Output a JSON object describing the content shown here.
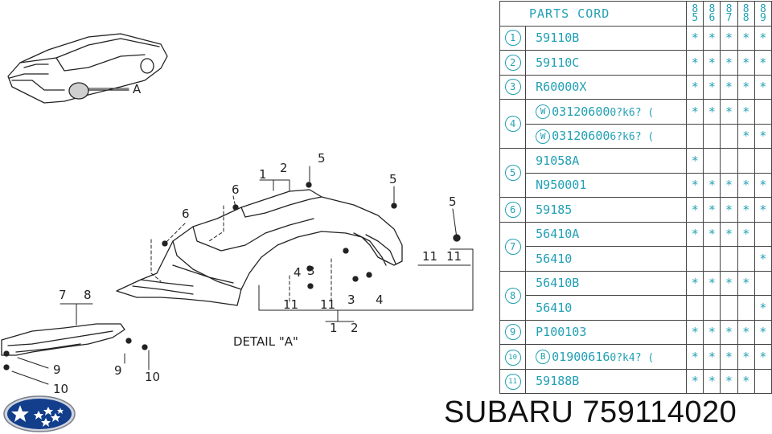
{
  "diagram": {
    "callouts": [
      "A",
      "1",
      "2",
      "5",
      "6",
      "6",
      "5",
      "5",
      "4",
      "3",
      "11",
      "11",
      "3",
      "4",
      "11",
      "11",
      "2",
      "1",
      "7",
      "8",
      "9",
      "10",
      "9",
      "10"
    ],
    "detail_label": "DETAIL \"A\""
  },
  "table": {
    "header": "PARTS CORD",
    "years": [
      [
        "8",
        "5"
      ],
      [
        "8",
        "6"
      ],
      [
        "8",
        "7"
      ],
      [
        "8",
        "8"
      ],
      [
        "8",
        "9"
      ]
    ],
    "mark": "*",
    "rows": [
      {
        "num": "1",
        "code": "59110B",
        "marks": [
          true,
          true,
          true,
          true,
          true
        ]
      },
      {
        "num": "2",
        "code": "59110C",
        "marks": [
          true,
          true,
          true,
          true,
          true
        ]
      },
      {
        "num": "3",
        "code": "R60000X",
        "marks": [
          true,
          true,
          true,
          true,
          true
        ]
      },
      {
        "num": "4",
        "prefix": "W",
        "code": "03120600",
        "suffix": "0?k6? (",
        "marks": [
          true,
          true,
          true,
          true,
          false
        ]
      },
      {
        "num": "",
        "prefix": "W",
        "code": "03120600",
        "suffix": "6?k6? (",
        "marks": [
          false,
          false,
          false,
          true,
          true
        ]
      },
      {
        "num": "5",
        "code": "91058A",
        "marks": [
          true,
          false,
          false,
          false,
          false
        ]
      },
      {
        "num": "",
        "code": "N950001",
        "marks": [
          true,
          true,
          true,
          true,
          true
        ]
      },
      {
        "num": "6",
        "code": "59185",
        "marks": [
          true,
          true,
          true,
          true,
          true
        ]
      },
      {
        "num": "7",
        "code": "56410A",
        "marks": [
          true,
          true,
          true,
          true,
          false
        ]
      },
      {
        "num": "",
        "code": "56410",
        "marks": [
          false,
          false,
          false,
          false,
          true
        ]
      },
      {
        "num": "8",
        "code": "56410B",
        "marks": [
          true,
          true,
          true,
          true,
          false
        ]
      },
      {
        "num": "",
        "code": "56410",
        "marks": [
          false,
          false,
          false,
          false,
          true
        ]
      },
      {
        "num": "9",
        "code": "P100103",
        "marks": [
          true,
          true,
          true,
          true,
          true
        ]
      },
      {
        "num": "10",
        "prefix": "B",
        "code": "01900616",
        "suffix": "0?k4? (",
        "marks": [
          true,
          true,
          true,
          true,
          true
        ]
      },
      {
        "num": "11",
        "code": "59188B",
        "marks": [
          true,
          true,
          true,
          true,
          false
        ]
      }
    ]
  },
  "footer": {
    "brand": "SUBARU 759114020"
  }
}
